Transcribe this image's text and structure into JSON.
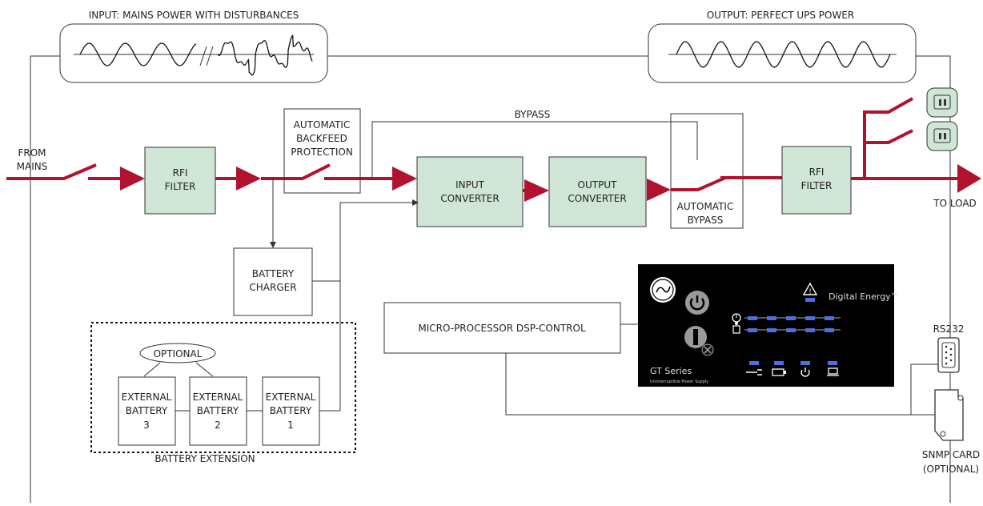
{
  "input_panel": {
    "title": "INPUT: MAINS POWER WITH DISTURBANCES"
  },
  "output_panel": {
    "title": "OUTPUT: PERFECT UPS POWER"
  },
  "labels": {
    "from_mains_1": "FROM",
    "from_mains_2": "MAINS",
    "to_load": "TO LOAD",
    "bypass": "BYPASS",
    "rs232": "RS232",
    "snmp_1": "SNMP CARD",
    "snmp_2": "(OPTIONAL)"
  },
  "blocks": {
    "rfi_in_1": "RFI",
    "rfi_in_2": "FILTER",
    "backfeed_1": "AUTOMATIC",
    "backfeed_2": "BACKFEED",
    "backfeed_3": "PROTECTION",
    "input_conv_1": "INPUT",
    "input_conv_2": "CONVERTER",
    "output_conv_1": "OUTPUT",
    "output_conv_2": "CONVERTER",
    "auto_bypass_1": "AUTOMATIC",
    "auto_bypass_2": "BYPASS",
    "rfi_out_1": "RFI",
    "rfi_out_2": "FILTER",
    "charger_1": "BATTERY",
    "charger_2": "CHARGER",
    "dsp": "MICRO-PROCESSOR DSP-CONTROL"
  },
  "batteries": {
    "optional": "OPTIONAL",
    "group_label": "BATTERY EXTENSION",
    "items": [
      {
        "l1": "EXTERNAL",
        "l2": "BATTERY",
        "l3": "3"
      },
      {
        "l1": "EXTERNAL",
        "l2": "BATTERY",
        "l3": "2"
      },
      {
        "l1": "EXTERNAL",
        "l2": "BATTERY",
        "l3": "1"
      }
    ]
  },
  "panel": {
    "brand": "Digital Energy™",
    "series": "GT Series",
    "subtitle": "Uninterruptible Power Supply"
  },
  "colors": {
    "power_line": "#b1122e",
    "block_fill": "#cfe6d6",
    "panel_bg": "#000000",
    "led": "#4b6fe0"
  }
}
